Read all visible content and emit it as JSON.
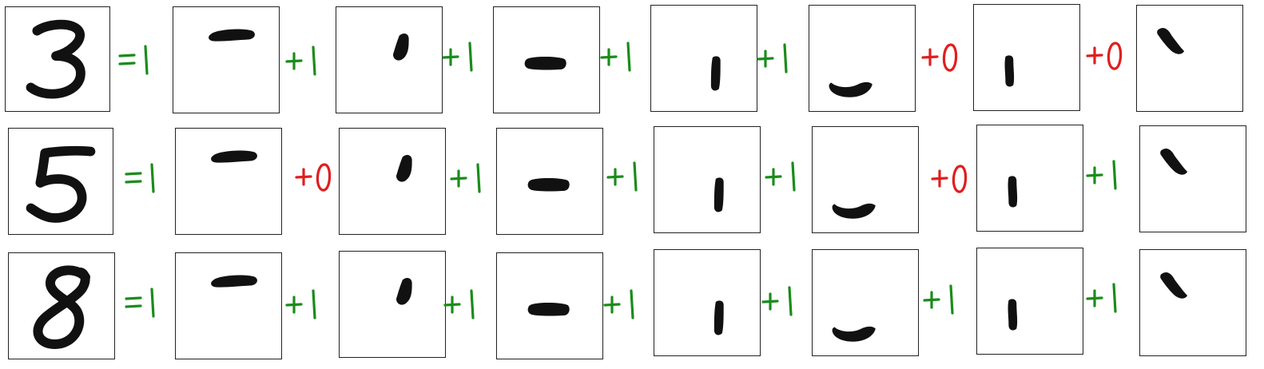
{
  "colors": {
    "positive": "#1a8c1a",
    "negative": "#e01e1e",
    "ink": "#111111",
    "frame": "#222222"
  },
  "rows": [
    {
      "digit": "3",
      "equals": "=",
      "total": "1",
      "parts": [
        {
          "stroke": "top-dash",
          "op": "+",
          "value": "1",
          "sign": "positive"
        },
        {
          "stroke": "upper-tick",
          "op": "+",
          "value": "1",
          "sign": "positive"
        },
        {
          "stroke": "middle-dash",
          "op": "+",
          "value": "1",
          "sign": "positive"
        },
        {
          "stroke": "lower-bar",
          "op": "+",
          "value": "1",
          "sign": "positive"
        },
        {
          "stroke": "bottom-curve",
          "op": "+",
          "value": "0",
          "sign": "negative"
        },
        {
          "stroke": "left-bar",
          "op": "+",
          "value": "0",
          "sign": "negative"
        },
        {
          "stroke": "corner-hook",
          "op": "",
          "value": "",
          "sign": ""
        }
      ]
    },
    {
      "digit": "5",
      "equals": "=",
      "total": "1",
      "parts": [
        {
          "stroke": "top-dash",
          "op": "+",
          "value": "0",
          "sign": "negative"
        },
        {
          "stroke": "upper-tick",
          "op": "+",
          "value": "1",
          "sign": "positive"
        },
        {
          "stroke": "middle-dash",
          "op": "+",
          "value": "1",
          "sign": "positive"
        },
        {
          "stroke": "lower-bar",
          "op": "+",
          "value": "1",
          "sign": "positive"
        },
        {
          "stroke": "bottom-curve",
          "op": "+",
          "value": "0",
          "sign": "negative"
        },
        {
          "stroke": "left-bar",
          "op": "+",
          "value": "1",
          "sign": "positive"
        },
        {
          "stroke": "corner-hook",
          "op": "",
          "value": "",
          "sign": ""
        }
      ]
    },
    {
      "digit": "8",
      "equals": "=",
      "total": "1",
      "parts": [
        {
          "stroke": "top-dash",
          "op": "+",
          "value": "1",
          "sign": "positive"
        },
        {
          "stroke": "upper-tick",
          "op": "+",
          "value": "1",
          "sign": "positive"
        },
        {
          "stroke": "middle-dash",
          "op": "+",
          "value": "1",
          "sign": "positive"
        },
        {
          "stroke": "lower-bar",
          "op": "+",
          "value": "1",
          "sign": "positive"
        },
        {
          "stroke": "bottom-curve",
          "op": "+",
          "value": "1",
          "sign": "positive"
        },
        {
          "stroke": "left-bar",
          "op": "+",
          "value": "1",
          "sign": "positive"
        },
        {
          "stroke": "corner-hook",
          "op": "",
          "value": "",
          "sign": ""
        }
      ]
    }
  ]
}
